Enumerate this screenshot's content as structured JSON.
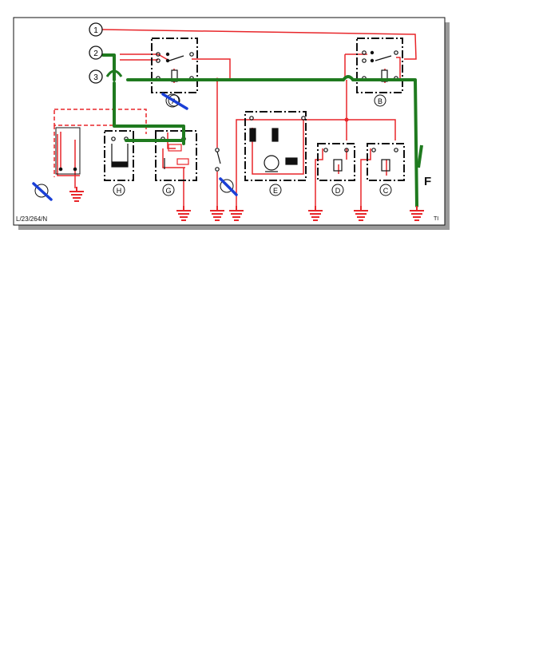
{
  "diagram": {
    "reference_code": "L/23/264/N",
    "corner_mark": "TI",
    "terminals": [
      "1",
      "2",
      "3"
    ],
    "components": {
      "A": "A",
      "B": "B",
      "C": "C",
      "D": "D",
      "E": "E",
      "G": "G",
      "H": "H",
      "F": "F"
    },
    "colors": {
      "wire_red": "#e8262a",
      "wire_green": "#1f7a1f",
      "marker_blue": "#1a3fd6",
      "frame_black": "#111111",
      "shadow_grey": "#9a9a9a"
    },
    "icons": [
      "ground-symbol",
      "relay-coil",
      "switch-contact",
      "motor",
      "blue-slash-marker"
    ]
  }
}
